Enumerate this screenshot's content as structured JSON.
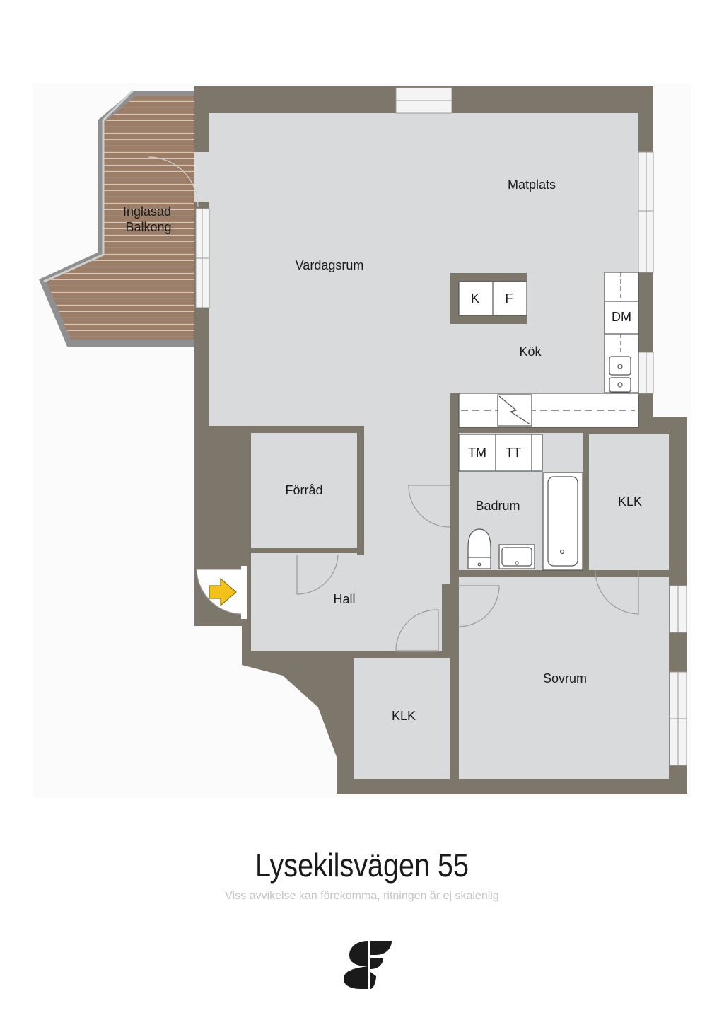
{
  "rooms": {
    "inglasad_balkong_1": "Inglasad",
    "inglasad_balkong_2": "Balkong",
    "matplats": "Matplats",
    "vardagsrum": "Vardagsrum",
    "kok": "Kök",
    "forrad": "Förråd",
    "badrum": "Badrum",
    "klk_1": "KLK",
    "hall": "Hall",
    "sovrum": "Sovrum",
    "klk_2": "KLK"
  },
  "fixtures": {
    "kyl": "K",
    "frys": "F",
    "diskmaskin": "DM",
    "tvattmaskin": "TM",
    "torktumlare": "TT"
  },
  "footer": {
    "title": "Lysekilsvägen 55",
    "subtitle": "Viss avvikelse kan förekomma, ritningen är ej skalenlig"
  },
  "colors": {
    "wall": "#7d766a",
    "floor": "#d9dadb",
    "deck": "#9c7d68",
    "entrance_arrow": "#f2c21b"
  }
}
